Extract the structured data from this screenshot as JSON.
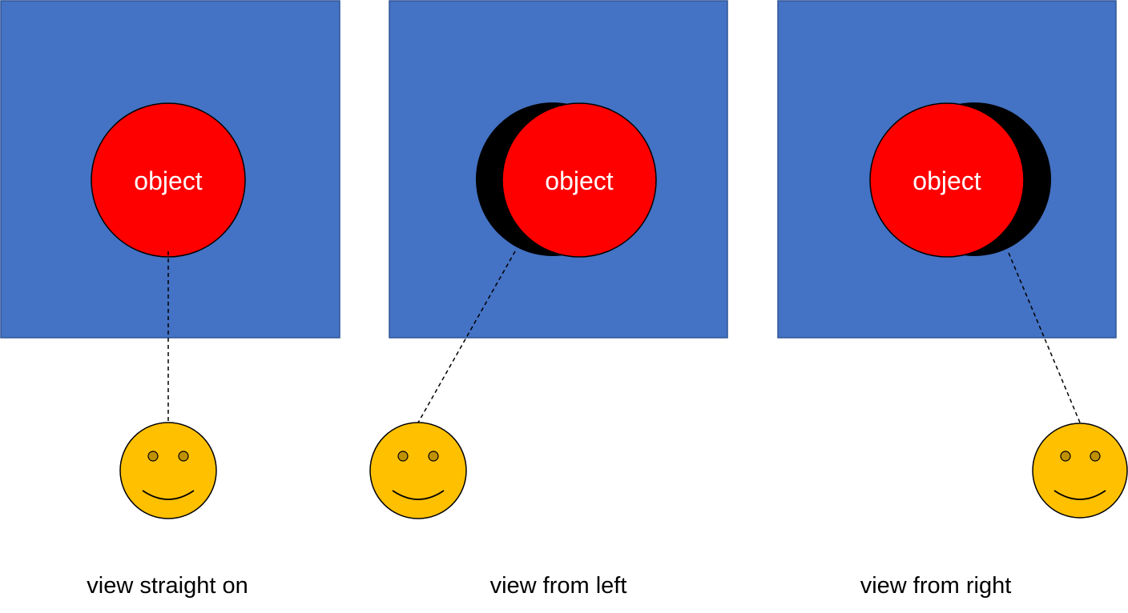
{
  "colors": {
    "panel_fill": "#4472C4",
    "panel_stroke": "#2F5597",
    "object_fill": "#FF0000",
    "shadow_fill": "#000000",
    "face_fill": "#FFC000",
    "face_stroke": "#000000",
    "eye_fill": "#BF9000",
    "sight_line": "#000000"
  },
  "icons": {
    "viewer": "smiley-face-icon",
    "object": "red-circle-object",
    "shadow": "black-circle-shadow"
  },
  "panels": [
    {
      "object_label": "object",
      "caption": "view straight on",
      "shadow_side": "none"
    },
    {
      "object_label": "object",
      "caption": "view from left",
      "shadow_side": "left"
    },
    {
      "object_label": "object",
      "caption": "view from right",
      "shadow_side": "right"
    }
  ]
}
